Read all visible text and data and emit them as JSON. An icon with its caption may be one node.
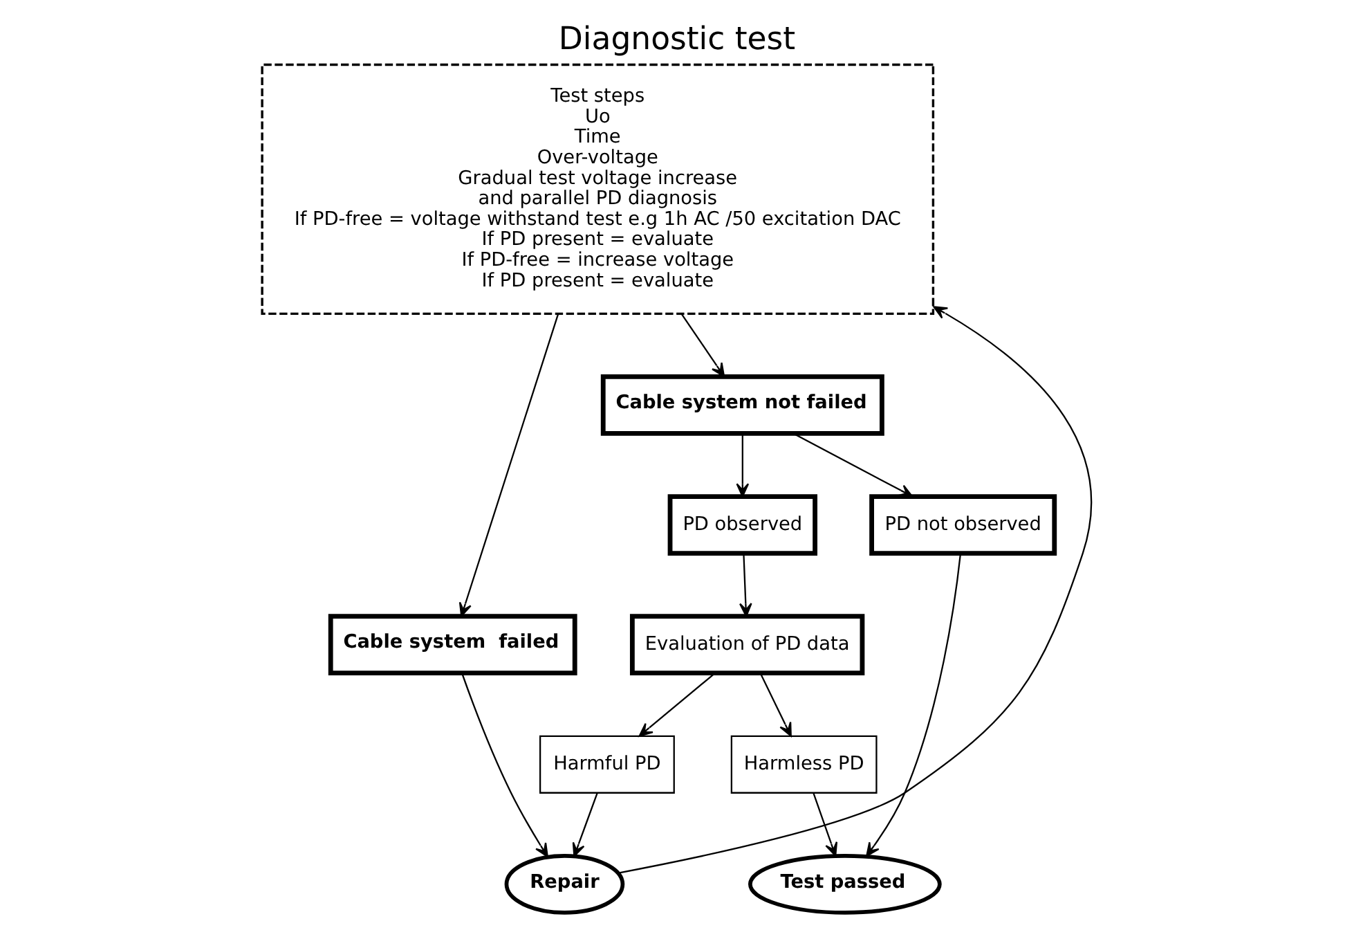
{
  "diagram": {
    "title": "Diagnostic test",
    "nodes": [
      {
        "text": [
          "Harmless PD"
        ]
      },
      {
        "text": [
          "Harmful PD"
        ]
      },
      {
        "text": [
          "Evaluation of PD data"
        ]
      },
      {
        "text": [
          "Test steps",
          "Uo",
          "Time",
          "Over-voltage",
          "Gradual test voltage increase",
          "and parallel PD diagnosis",
          "If PD-free = voltage withstand test e.g 1h AC /50 excitation DAC",
          "If PD present = evaluate",
          "If PD-free = increase voltage",
          "If PD present = evaluate"
        ]
      },
      {
        "text": [
          "PD observed"
        ]
      },
      {
        "text": [
          "Cable system not failed"
        ]
      },
      {
        "text": [
          "Cable system  failed"
        ]
      },
      {
        "text": [
          "PD not observed"
        ]
      },
      {
        "text": [
          "Test passed"
        ]
      },
      {
        "text": [
          "Repair"
        ]
      }
    ],
    "edges": [
      {
        "from": 9,
        "to": 3,
        "arrow": "to"
      },
      {
        "from": 3,
        "to": 5,
        "arrow": "to"
      },
      {
        "from": 3,
        "to": 6,
        "arrow": "to"
      },
      {
        "from": 5,
        "to": 4,
        "arrow": "to"
      },
      {
        "from": 5,
        "to": 7,
        "arrow": "to"
      },
      {
        "from": 4,
        "to": 2,
        "arrow": "to"
      },
      {
        "from": 2,
        "to": 0,
        "arrow": "to"
      },
      {
        "from": 2,
        "to": 1,
        "arrow": "to"
      },
      {
        "from": 0,
        "to": 8,
        "arrow": "to"
      },
      {
        "from": 7,
        "to": 8,
        "arrow": "to"
      },
      {
        "from": 1,
        "to": 9,
        "arrow": "to"
      },
      {
        "from": 6,
        "to": 9,
        "arrow": "to"
      }
    ]
  }
}
